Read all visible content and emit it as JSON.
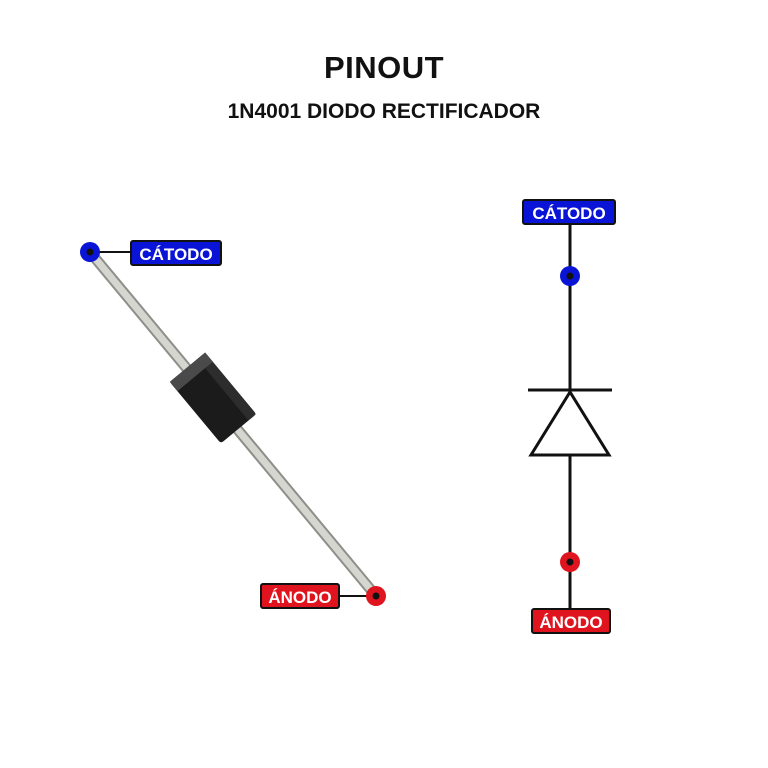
{
  "title": "PINOUT",
  "subtitle": "1N4001 DIODO RECTIFICADOR",
  "pins": {
    "cathode_label": "CÁTODO",
    "anode_label": "ÁNODO"
  },
  "colors": {
    "cathode": "#0a14d6",
    "anode": "#e0141e",
    "lead": "#c9c9c4",
    "body": "#1a1a1a"
  }
}
